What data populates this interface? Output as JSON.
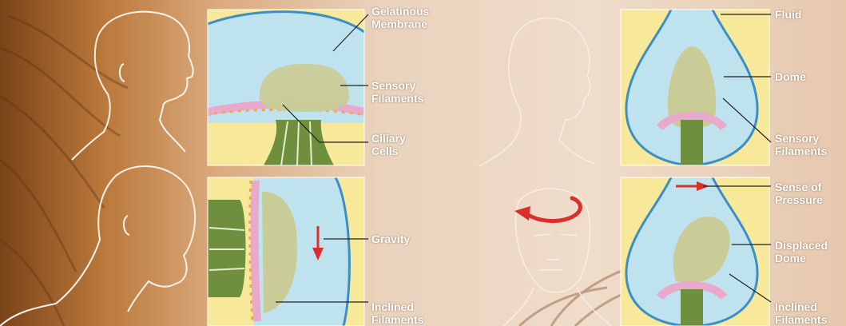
{
  "colors": {
    "fluid": "#bfe2ef",
    "membrane_edge": "#3c8fc4",
    "cell_pink": "#e9a9cb",
    "cell_orange": "#f0a850",
    "stalk_green": "#6e8f3e",
    "panel_yellow": "#f7e89a",
    "arrow_red": "#d9302b",
    "label_text": "#ffffff"
  },
  "icons": {
    "rotation_arrow": "curved-red-arrow-icon",
    "gravity_arrow": "down-red-arrow-icon",
    "pressure_arrow": "right-red-arrow-icon"
  },
  "labels": {
    "gelatinous_membrane": [
      "Gelatinous",
      "Membrane"
    ],
    "sensory_filaments_1": [
      "Sensory",
      "Filaments"
    ],
    "ciliary_cells": [
      "Ciliary",
      "Cells"
    ],
    "gravity": [
      "Gravity"
    ],
    "inclined_filaments_1": [
      "Inclined",
      "Filaments"
    ],
    "fluid": [
      "Fluid"
    ],
    "dome": [
      "Dome"
    ],
    "sensory_filaments_2": [
      "Sensory",
      "Filaments"
    ],
    "sense_of_pressure": [
      "Sense of",
      "Pressure"
    ],
    "displaced_dome": [
      "Displaced",
      "Dome"
    ],
    "inclined_filaments_2": [
      "Inclined",
      "Filaments"
    ]
  }
}
